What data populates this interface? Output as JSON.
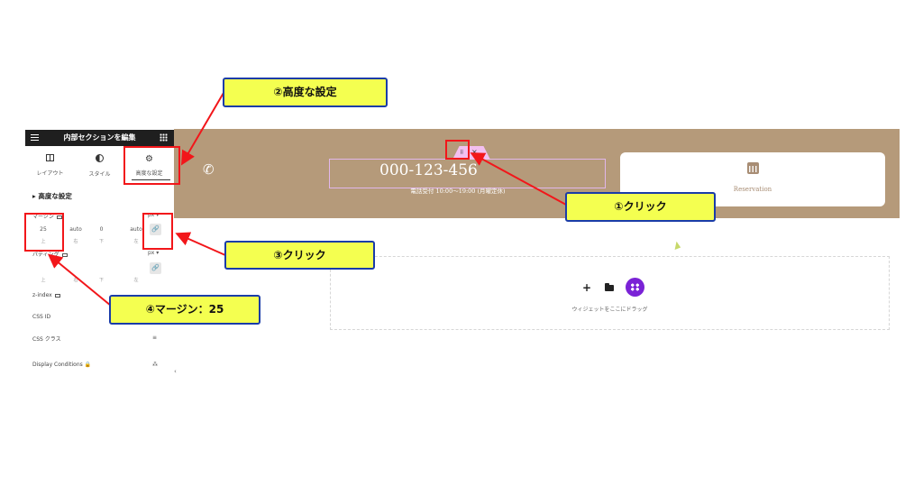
{
  "panel": {
    "title": "内部セクションを編集",
    "tabs": [
      {
        "label": "レイアウト"
      },
      {
        "label": "スタイル"
      },
      {
        "label": "高度な設定"
      }
    ],
    "section_heading": "高度な設定",
    "margin": {
      "label": "マージン",
      "unit": "px",
      "values": [
        "25",
        "auto",
        "0",
        "auto"
      ],
      "sides": [
        "上",
        "右",
        "下",
        "左"
      ]
    },
    "padding": {
      "label": "パディング",
      "unit": "px",
      "sides": [
        "上",
        "右",
        "下",
        "左"
      ]
    },
    "z_index_label": "z-index",
    "css_id_label": "CSS ID",
    "css_class_label": "CSS クラス",
    "display_conditions_label": "Display Conditions"
  },
  "canvas": {
    "phone_number": "000-123-456",
    "phone_hours": "電話受付 10:00〜19:00 (月曜定休)",
    "reservation_label": "Reservation",
    "drop_hint": "ウィジェットをここにドラッグ"
  },
  "annotations": {
    "click_1": "①クリック",
    "advanced_2": "②高度な設定",
    "click_3": "③クリック",
    "margin_4": "④マージン：25"
  },
  "colors": {
    "hero_background": "#b59a7a",
    "callout_fill": "#f4ff50",
    "callout_border": "#1a3ca8",
    "highlight_red": "#f2161a",
    "elementor_purple": "#7a22d6"
  }
}
